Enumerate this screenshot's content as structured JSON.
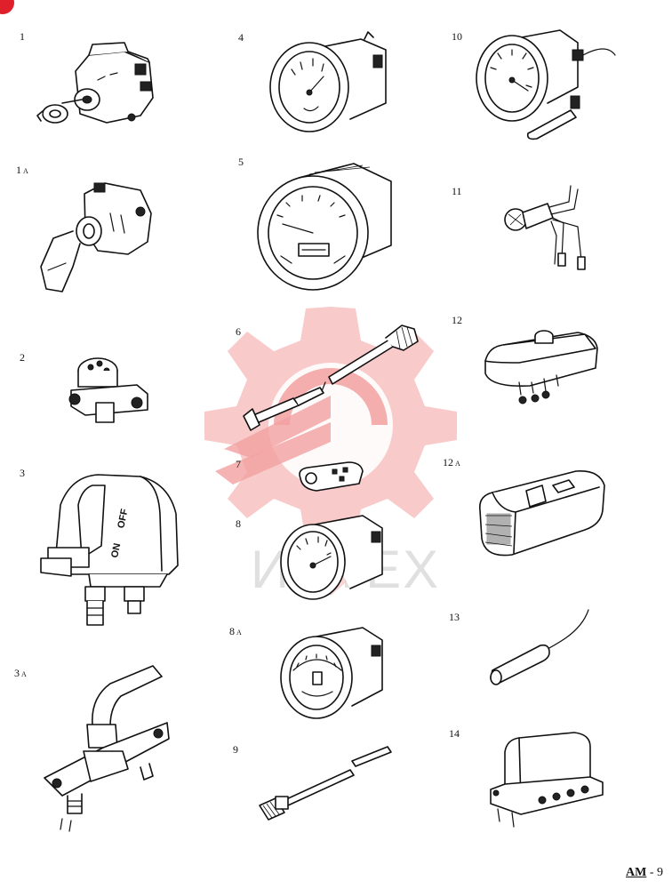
{
  "page": {
    "series": "AM",
    "separator": " - ",
    "number": "9"
  },
  "watermark": {
    "text": "ИНТЕХ",
    "color": "#f4b4b4"
  },
  "items": [
    {
      "id": "1",
      "num": "1",
      "suffix": ""
    },
    {
      "id": "1a",
      "num": "1",
      "suffix": "A"
    },
    {
      "id": "2",
      "num": "2",
      "suffix": ""
    },
    {
      "id": "3",
      "num": "3",
      "suffix": ""
    },
    {
      "id": "3a",
      "num": "3",
      "suffix": "A"
    },
    {
      "id": "4",
      "num": "4",
      "suffix": ""
    },
    {
      "id": "5",
      "num": "5",
      "suffix": ""
    },
    {
      "id": "6",
      "num": "6",
      "suffix": ""
    },
    {
      "id": "7",
      "num": "7",
      "suffix": ""
    },
    {
      "id": "8",
      "num": "8",
      "suffix": ""
    },
    {
      "id": "8a",
      "num": "8",
      "suffix": "A"
    },
    {
      "id": "9",
      "num": "9",
      "suffix": ""
    },
    {
      "id": "10",
      "num": "10",
      "suffix": ""
    },
    {
      "id": "11",
      "num": "11",
      "suffix": ""
    },
    {
      "id": "12",
      "num": "12",
      "suffix": ""
    },
    {
      "id": "12a",
      "num": "12",
      "suffix": "A"
    },
    {
      "id": "13",
      "num": "13",
      "suffix": ""
    },
    {
      "id": "14",
      "num": "14",
      "suffix": ""
    }
  ],
  "switch_text": {
    "on": "ON",
    "off": "OFF"
  }
}
